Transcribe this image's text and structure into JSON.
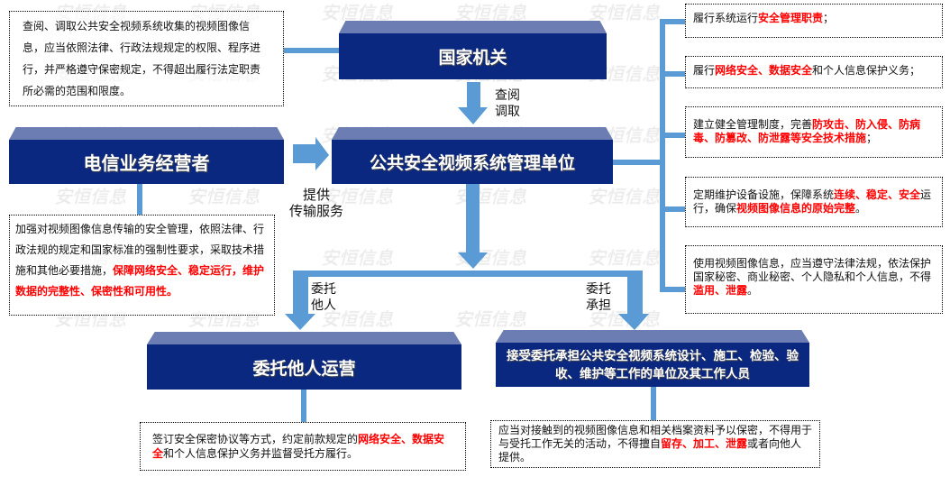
{
  "watermark": "安恒信息",
  "colors": {
    "dark_blue": "#0a2880",
    "bevel": "#6b7db2",
    "connector": "#5b9bd5",
    "highlight": "#ff0000"
  },
  "blocks": {
    "state_organ": "国家机关",
    "management_unit": "公共安全视频系统管理单位",
    "telecom_operator": "电信业务经营者",
    "entrusted_operation": "委托他人运营",
    "contractor": "接受委托承担公共安全视频系统设计、施工、检验、验收、维护等工作的单位及其工作人员"
  },
  "arrow_labels": {
    "consult": "查阅\n调取",
    "transmission": "提供\n传输服务",
    "entrust_others": "委托\n他人",
    "entrust_undertake": "委托\n承担"
  },
  "notes": {
    "state_organ": [
      {
        "t": "查阅、调取公共安全视频系统收集的视频图像信息，应当依照法律、行政法规规定的权限、程序进行，并严格遵守保密规定，不得超出履行法定职责所必需的范围和限度。"
      }
    ],
    "telecom_operator": [
      {
        "t": "加强对视频图像信息传输的安全管理，依照法律、行政法规的规定和国家标准的强制性要求，采取技术措施和其他必要措施，"
      },
      {
        "t": "保障网络安全、稳定运行，维护数据的完整性、保密性和可用性。",
        "r": true
      }
    ],
    "entrusted_operation": [
      {
        "t": "签订安全保密协议等方式，约定前款规定的"
      },
      {
        "t": "网络安全、数据安全",
        "r": true
      },
      {
        "t": "和个人信息保护义务并监督受托方履行。"
      }
    ],
    "contractor": [
      {
        "t": "应当对接触到的视频图像信息和相关档案资料予以保密，不得用于与受托工作无关的活动，不得擅自"
      },
      {
        "t": "留存、加工、泄露",
        "r": true
      },
      {
        "t": "或者向他人提供。"
      }
    ],
    "duties": [
      [
        {
          "t": "履行系统运行"
        },
        {
          "t": "安全管理职责",
          "r": true
        },
        {
          "t": "；"
        }
      ],
      [
        {
          "t": "履行"
        },
        {
          "t": "网络安全、数据安全",
          "r": true
        },
        {
          "t": "和个人信息保护义务；"
        }
      ],
      [
        {
          "t": "建立健全管理制度，完善"
        },
        {
          "t": "防攻击、防入侵、防病毒、防篡改、防泄露等安全技术措施",
          "r": true
        },
        {
          "t": "；"
        }
      ],
      [
        {
          "t": "定期维护设备设施，保障系统"
        },
        {
          "t": "连续、稳定、安全",
          "r": true
        },
        {
          "t": "运行，确保"
        },
        {
          "t": "视频图像信息的原始完整",
          "r": true
        },
        {
          "t": "。"
        }
      ],
      [
        {
          "t": "使用视频图像信息，应当遵守法律法规，依法保护国家秘密、商业秘密、个人隐私和个人信息，不得"
        },
        {
          "t": "滥用、泄露",
          "r": true
        },
        {
          "t": "。"
        }
      ]
    ]
  }
}
